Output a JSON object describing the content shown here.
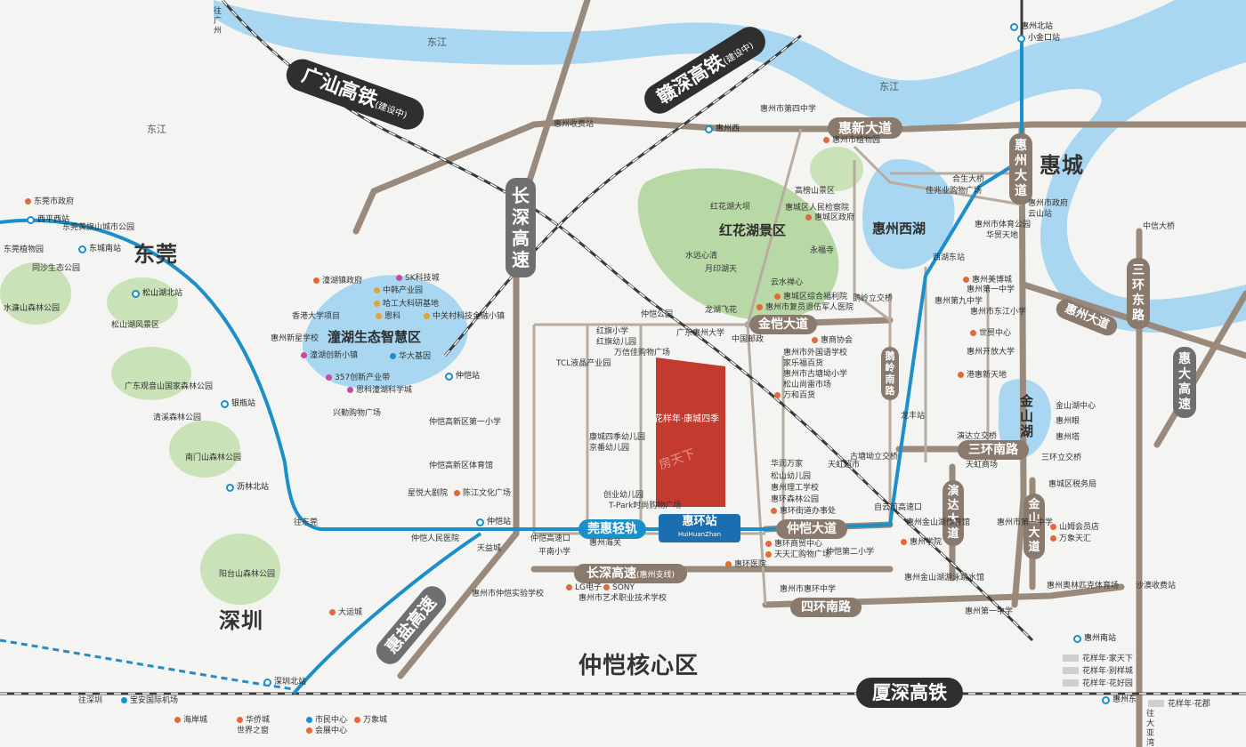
{
  "colors": {
    "water": "#a9d6f1",
    "green": "#b8d9a6",
    "road": "#9a8a7c",
    "rail": "#3a3a3a",
    "metro": "#1b8fc7",
    "site": "#c33a2e",
    "poi": "#e06a3c"
  },
  "regions": {
    "dongguan": "东莞",
    "huicheng": "惠城",
    "shenzhen": "深圳",
    "zhongkai": "仲恺核心区",
    "honghua_lake": "红花湖景区",
    "huizhou_west_lake": "惠州西湖",
    "tonghu": "潼湖生态智慧区",
    "jinshan_lake": "金山湖"
  },
  "rivers": [
    "东江",
    "东江",
    "东江"
  ],
  "rail_lines": {
    "guangshan": "广汕高铁",
    "guangshan_note": "(建设中)",
    "ganshen": "赣深高铁",
    "ganshen_note": "(建设中)",
    "xiashen": "厦深高铁"
  },
  "expressways": {
    "changshen": "长深高速",
    "changshen_h": "长深高速",
    "changshen_h_note": "(惠州支线)",
    "huiyan": "惠盐高速",
    "huida": "惠大高速",
    "sanhuan_dong": "三环东路"
  },
  "roads": {
    "huixin": "惠新大道",
    "huizhou_v": "惠州大道",
    "huizhou_d": "惠州大道",
    "jinkai": "金恺大道",
    "zhongkai": "仲恺大道",
    "sanhuan_nan": "三环南路",
    "sihuan_nan": "四环南路",
    "yanda": "演达大道",
    "jinshan": "金山大道",
    "eling": "鹅岭南路"
  },
  "metro": {
    "line": "莞惠轻轨",
    "station": "惠环站",
    "station_en": "HuiHuanZhan",
    "project": "花样年·康城四季"
  },
  "stations": [
    "惠州北站",
    "小金口站",
    "西平西站",
    "东城南站",
    "松山湖北站",
    "银瓶站",
    "沥林北站",
    "仲恺站",
    "仲恺站",
    "深圳北站",
    "惠州南站",
    "惠州西",
    "惠州东"
  ],
  "pois": [
    "东莞市政府",
    "东莞黄旗山城市公园",
    "东莞植物园",
    "同沙生态公园",
    "水濂山森林公园",
    "松山湖风景区",
    "广东观音山国家森林公园",
    "清溪森林公园",
    "南门山森林公园",
    "阳台山森林公园",
    "潼湖镇政府",
    "SK科技城",
    "中韩产业园",
    "哈工大科研基地",
    "香港大学项目",
    "惠州新星学校",
    "恩科",
    "中关村科技金融小镇",
    "潼湖创新小镇",
    "华大基因",
    "357创新产业带",
    "恩科潼湖科学城",
    "兴勤购物广场",
    "仲恺高新区第一小学",
    "仲恺高新区体育馆",
    "星悦大剧院",
    "陈江文化广场",
    "惠州市第四中学",
    "惠州收费站",
    "惠州市植物园",
    "高榜山景区",
    "惠城区人民检察院",
    "惠城区政府",
    "红花湖大坝",
    "永福寺",
    "水远心清",
    "月印湖天",
    "云水禅心",
    "龙湖飞花",
    "惠城区综合福利院",
    "惠州市复员退伍军人医院",
    "仲恺公园",
    "广东惠州大学",
    "中国邮政",
    "惠商协会",
    "惠州市外国语学校",
    "家乐福百货",
    "惠州市古塘坳小学",
    "松山尚雷市场",
    "万和百货",
    "TCL液晶产业园",
    "红旗小学",
    "红旗幼儿园",
    "万信佳购物广场",
    "康城四季幼儿园",
    "京番幼儿园",
    "创业幼儿园",
    "T-Park时尚购物广场",
    "惠环医院",
    "惠环商贸中心",
    "天天汇购物广场",
    "仲恺第二小学",
    "惠州市惠环中学",
    "LG电子",
    "SONY",
    "惠州市艺术职业技术学校",
    "惠州市仲恺实验学校",
    "平南小学",
    "惠州海关",
    "仲恺人民医院",
    "天益城",
    "大运城",
    "海岸城",
    "华侨城",
    "世界之窗",
    "市民中心",
    "会展中心",
    "万象城",
    "宝安国际机场",
    "合生大桥",
    "佳兆业购物广场",
    "惠州市政府",
    "云山站",
    "惠州市体育公园",
    "华贸天地",
    "中信大桥",
    "西湖东站",
    "惠州美博城",
    "惠州第一中学",
    "惠州第九中学",
    "惠州市东江小学",
    "世贸中心",
    "惠州开放大学",
    "港惠新天地",
    "金山湖中心",
    "惠州眼",
    "惠州塔",
    "演达立交桥",
    "三环立交桥",
    "天虹商场",
    "惠城区税务局",
    "山姆会员店",
    "万象天汇",
    "惠州奥林匹克体育场",
    "沙澳收费站",
    "惠州第一中学",
    "惠州市第一中学",
    "龙丰站",
    "古塘坳立交桥",
    "鹅岭立交桥",
    "天虹超市",
    "自云前高速口",
    "惠州金山湖体育馆",
    "惠州学院",
    "惠州金山湖游泳跳水馆",
    "仲恺高速口",
    "华润万家",
    "松山幼儿园",
    "惠州理工学校",
    "惠环森林公园",
    "惠环街道办事处"
  ],
  "legend": [
    "花样年·家天下",
    "花样年·别样城",
    "花样年·花好园",
    "花样年·花郡"
  ],
  "directions": [
    "往广州",
    "往深圳",
    "往东莞",
    "往大亚湾"
  ],
  "watermark": "房天下"
}
